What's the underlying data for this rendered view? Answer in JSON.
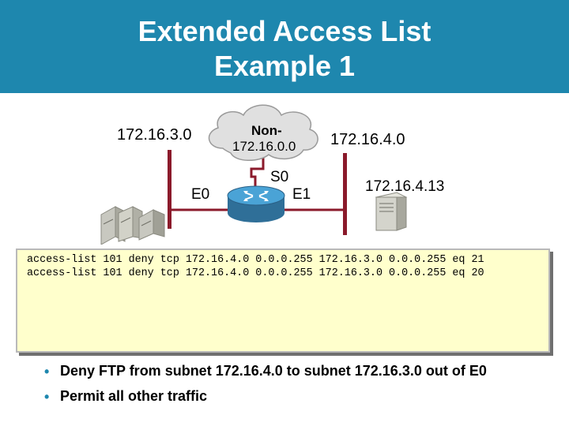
{
  "header": {
    "title_line1": "Extended Access List",
    "title_line2": "Example 1",
    "background_color": "#1e87ae"
  },
  "network": {
    "left_subnet": "172.16.3.0",
    "cloud_line1": "Non-",
    "cloud_line2": "172.16.0.0",
    "right_subnet": "172.16.4.0",
    "serial_interface": "S0",
    "left_interface": "E0",
    "right_interface": "E1",
    "server_address": "172.16.4.13",
    "line_color": "#8b1a2b",
    "icons": [
      "pc-cluster-icon",
      "router-icon",
      "server-icon",
      "cloud-icon"
    ]
  },
  "acl": {
    "lines": [
      "access-list 101 deny tcp 172.16.4.0 0.0.0.255 172.16.3.0 0.0.0.255 eq 21",
      "access-list 101 deny tcp 172.16.4.0 0.0.0.255 172.16.3.0 0.0.0.255 eq 20"
    ],
    "background_color": "#ffffcc"
  },
  "bullets": [
    "Deny FTP from subnet 172.16.4.0 to subnet 172.16.3.0 out of E0",
    "Permit all other traffic"
  ]
}
